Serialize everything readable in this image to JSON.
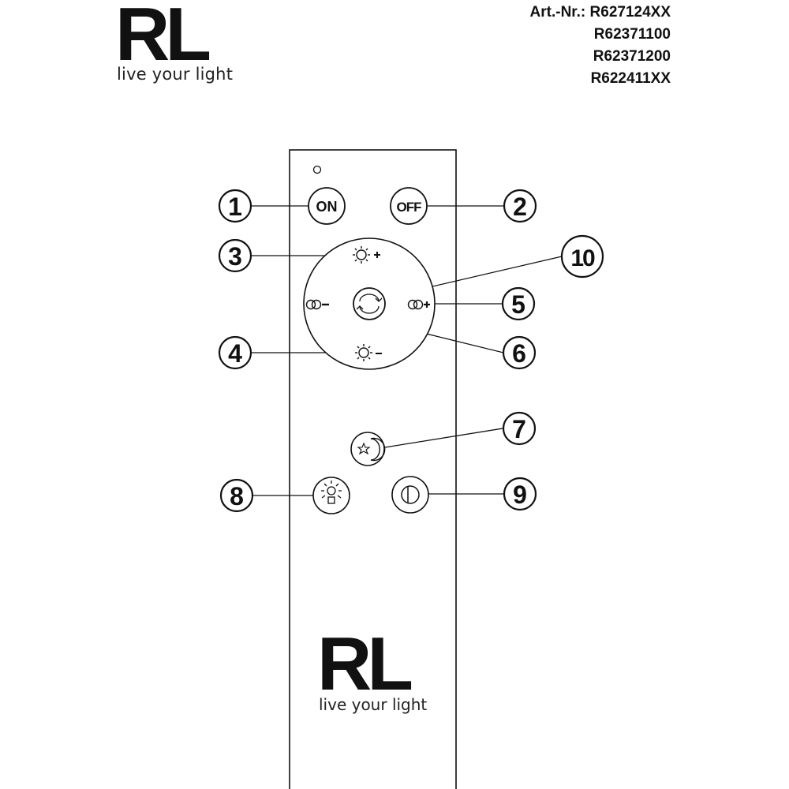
{
  "brand": {
    "logo_letters": "RL",
    "tagline": "live your light"
  },
  "article_numbers": {
    "label": "Art.-Nr.:",
    "numbers": [
      "R627124XX",
      "R62371100",
      "R62371200",
      "R622411XX"
    ]
  },
  "remote": {
    "on_label": "ON",
    "off_label": "OFF",
    "footer_logo_letters": "RL",
    "footer_tagline": "live your light"
  },
  "callouts": [
    "1",
    "2",
    "3",
    "4",
    "5",
    "6",
    "7",
    "8",
    "9",
    "10"
  ],
  "icons": {
    "brightness_up": "sun-plus-icon",
    "brightness_down": "sun-minus-icon",
    "color_temp_up": "color-temp-plus-icon",
    "color_temp_down": "color-temp-minus-icon",
    "cycle": "cycle-icon",
    "night_mode": "moon-star-icon",
    "full_light": "lamp-icon",
    "dim_mode": "half-circle-icon",
    "indicator_led": "led-icon"
  }
}
